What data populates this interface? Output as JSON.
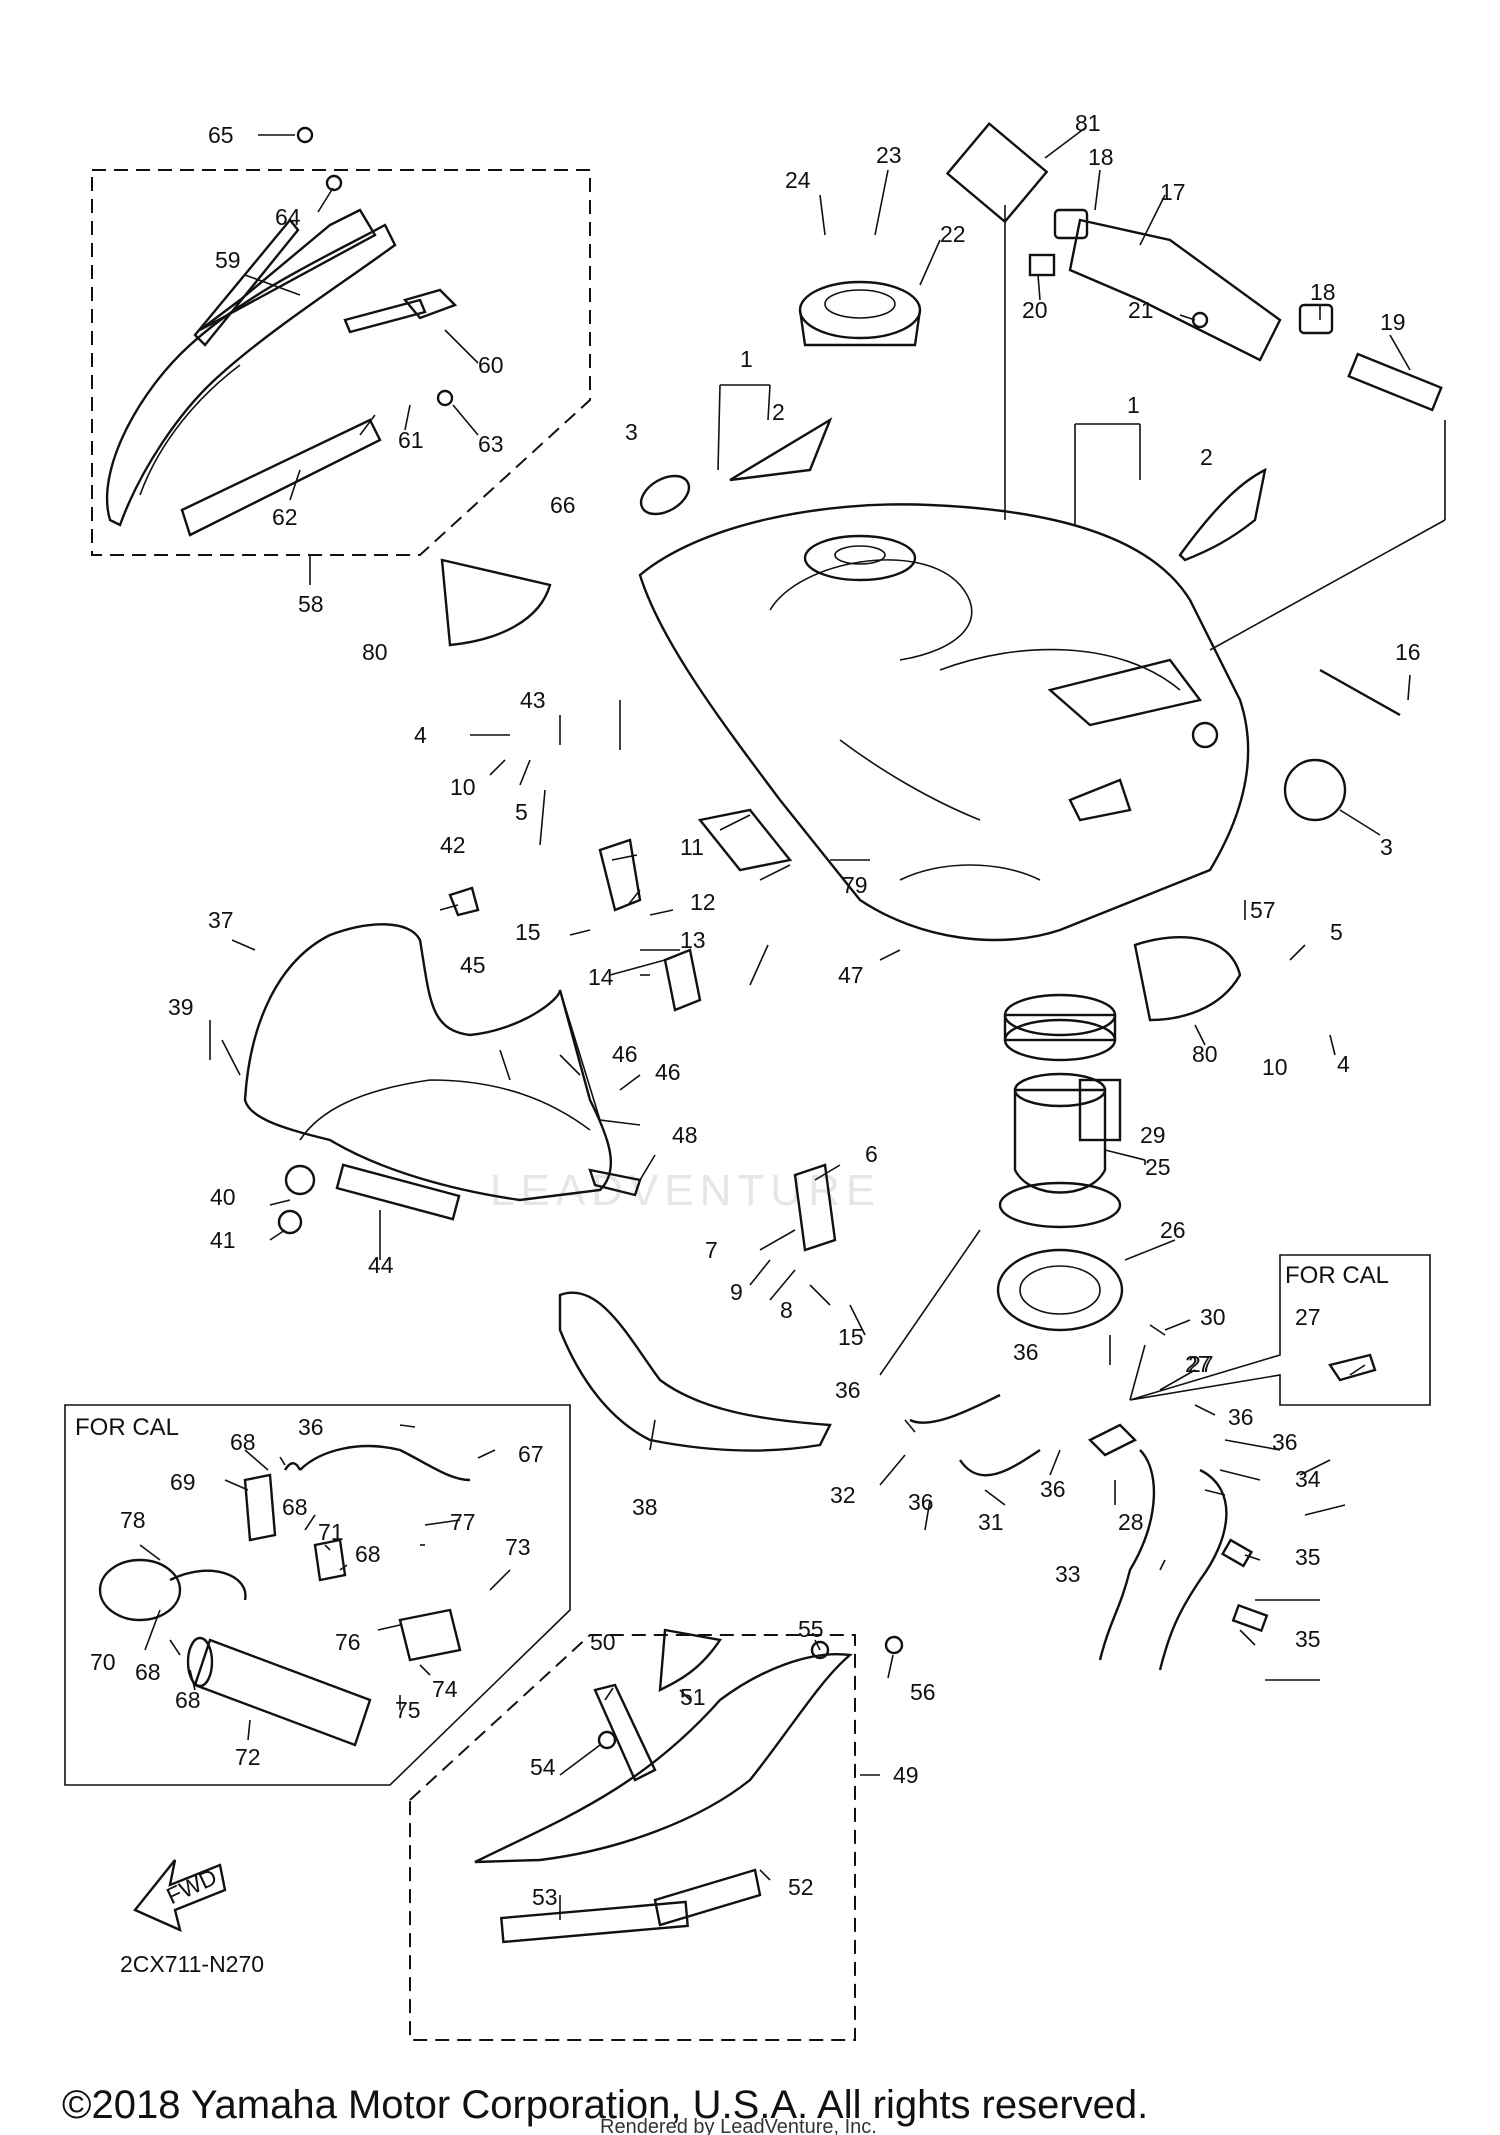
{
  "diagram_id": "2CX711-N270",
  "footer": "©2018 Yamaha Motor Corporation, U.S.A. All rights reserved.",
  "rendered_by": "Rendered by LeadVenture, Inc.",
  "watermark": "LEADVENTURE",
  "fwd_label": "FWD",
  "for_cal_label": "FOR CAL",
  "part_numbers": [
    "1",
    "2",
    "3",
    "4",
    "5",
    "6",
    "7",
    "8",
    "9",
    "10",
    "11",
    "12",
    "13",
    "14",
    "15",
    "16",
    "17",
    "18",
    "19",
    "20",
    "21",
    "22",
    "23",
    "24",
    "25",
    "26",
    "27",
    "28",
    "29",
    "30",
    "31",
    "32",
    "33",
    "34",
    "35",
    "36",
    "37",
    "38",
    "39",
    "40",
    "41",
    "42",
    "43",
    "44",
    "45",
    "46",
    "47",
    "48",
    "49",
    "50",
    "51",
    "52",
    "53",
    "54",
    "55",
    "56",
    "57",
    "58",
    "59",
    "60",
    "61",
    "62",
    "63",
    "64",
    "65",
    "66",
    "67",
    "68",
    "69",
    "70",
    "71",
    "72",
    "73",
    "74",
    "75",
    "76",
    "77",
    "78",
    "79",
    "80",
    "81"
  ]
}
